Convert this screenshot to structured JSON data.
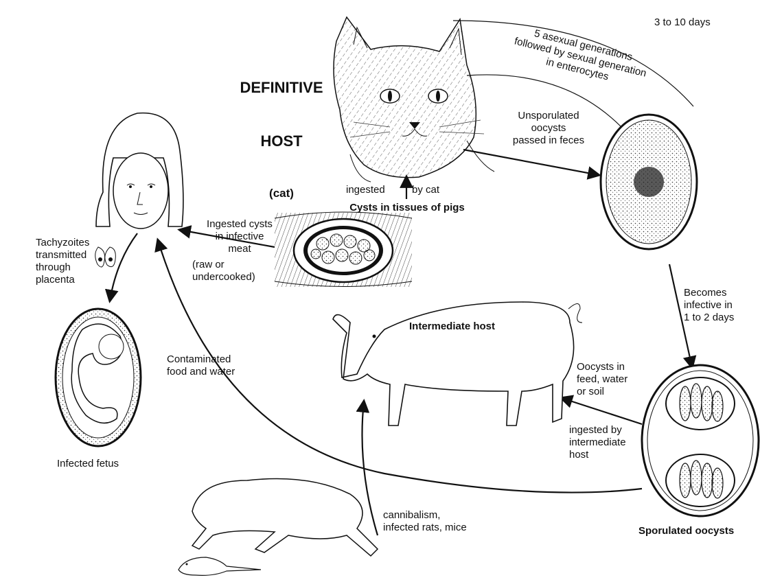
{
  "definitive_host": {
    "line1": "DEFINITIVE",
    "line2": "HOST",
    "line3": "(cat)"
  },
  "cat_cycle": {
    "days": "3 to 10 days",
    "generations": [
      "5 asexual generations",
      "followed by sexual generation",
      "in enterocytes"
    ]
  },
  "unsporulated": "Unsporulated\noocysts\npassed in feces",
  "ingested_by_cat": {
    "left": "ingested",
    "right": "by cat"
  },
  "cysts_pigs": "Cysts in tissues of pigs",
  "ingested_cysts": "Ingested cysts\nin infective\nmeat",
  "raw_or_undercooked": "(raw or\nundercooked)",
  "tachyzoites": "Tachyzoites\ntransmitted\nthrough\nplacenta",
  "infected_fetus": "Infected fetus",
  "becomes_infective": "Becomes\ninfective in\n1 to 2 days",
  "intermediate_host": "Intermediate host",
  "oocysts_feed": "Oocysts in\nfeed, water\nor soil",
  "ingested_intermediate": "ingested by\nintermediate\nhost",
  "contaminated": "Contaminated\nfood and water",
  "cannibalism": "cannibalism,\ninfected rats, mice",
  "sporulated": "Sporulated oocysts"
}
